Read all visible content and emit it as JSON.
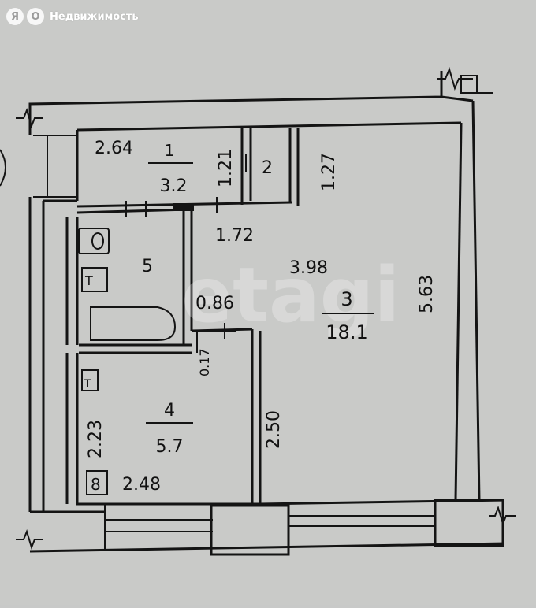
{
  "watermark": {
    "brand": "Недвижимость",
    "logo_letters": [
      "Я",
      "О"
    ],
    "overlay": "etagi"
  },
  "rooms": [
    {
      "number": "1",
      "area": "3.2"
    },
    {
      "number": "2"
    },
    {
      "number": "3",
      "area": "18.1"
    },
    {
      "number": "4",
      "area": "5.7"
    },
    {
      "number": "5"
    }
  ],
  "dimensions": {
    "room1_width": "2.64",
    "room1_depth": "1.21",
    "room2_depth": "1.27",
    "partition_length": "1.72",
    "room3_width": "3.98",
    "room3_length": "5.63",
    "passage_width": "0.86",
    "passage_offset": "0.17",
    "kitchen_partition": "2.50",
    "kitchen_length": "2.23",
    "kitchen_width": "2.48"
  },
  "markers": {
    "kitchen_box": "8",
    "fixture": "Т"
  }
}
